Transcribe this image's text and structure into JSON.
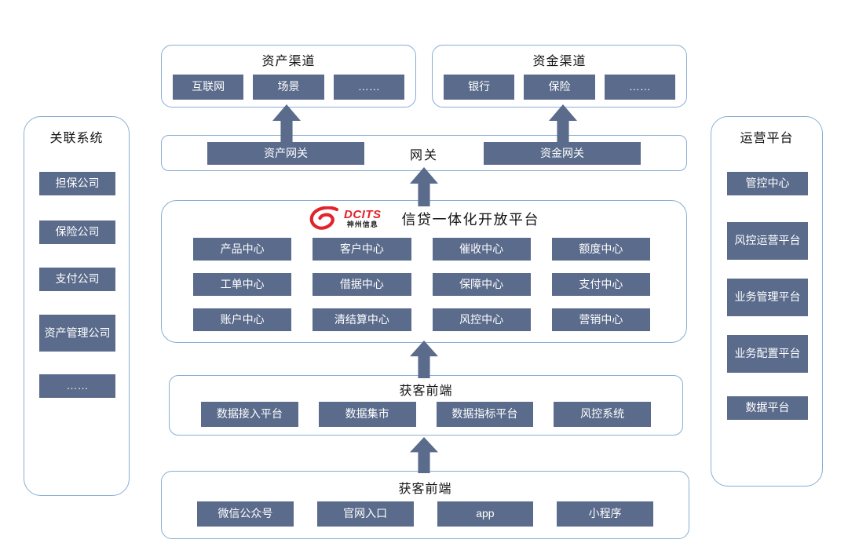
{
  "colors": {
    "box-fill": "#5a6b8b",
    "box-text": "#ffffff",
    "frame-border": "#88aed4",
    "title-text": "#121212",
    "brand-red": "#e1232b"
  },
  "icons": {
    "up_arrow": "block-arrow-up",
    "logo": "dcits-swirl-icon"
  },
  "asset_channel": {
    "title": "资产渠道",
    "items": [
      "互联网",
      "场景",
      "……"
    ]
  },
  "fund_channel": {
    "title": "资金渠道",
    "items": [
      "银行",
      "保险",
      "……"
    ]
  },
  "gateway": {
    "label": "网关",
    "asset_gateway": "资产网关",
    "fund_gateway": "资金网关"
  },
  "platform": {
    "logo": {
      "brand": "DCITS",
      "subbrand": "神州信息"
    },
    "title": "信贷一体化开放平台",
    "centers": [
      "产品中心",
      "客户中心",
      "催收中心",
      "额度中心",
      "工单中心",
      "借据中心",
      "保障中心",
      "支付中心",
      "账户中心",
      "清结算中心",
      "风控中心",
      "营销中心"
    ]
  },
  "data_frontend": {
    "title": "获客前端",
    "items": [
      "数据接入平台",
      "数据集市",
      "数据指标平台",
      "风控系统"
    ]
  },
  "acquisition_frontend": {
    "title": "获客前端",
    "items": [
      "微信公众号",
      "官网入口",
      "app",
      "小程序"
    ]
  },
  "left_panel": {
    "title": "关联系统",
    "items": [
      "担保公司",
      "保险公司",
      "支付公司",
      "资产管理公司",
      "……"
    ]
  },
  "right_panel": {
    "title": "运营平台",
    "items": [
      "管控中心",
      "风控运营平台",
      "业务管理平台",
      "业务配置平台",
      "数据平台"
    ]
  }
}
